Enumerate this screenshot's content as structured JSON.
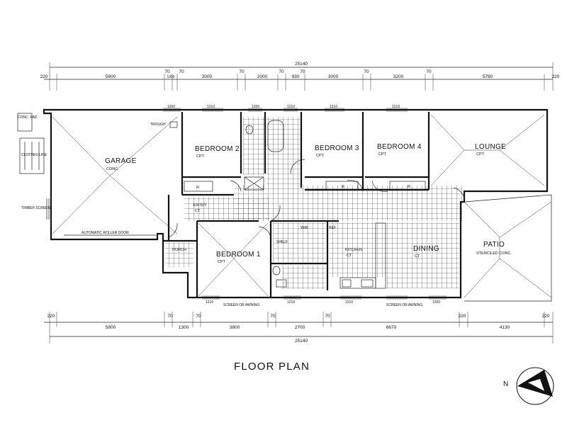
{
  "title": "FLOOR PLAN",
  "north_label": "N",
  "overall_dimension": "25140",
  "top_dimensions": [
    "220",
    "5800",
    "70",
    "1300",
    "70",
    "3000",
    "70",
    "2000",
    "70",
    "930",
    "70",
    "3000",
    "70",
    "3200",
    "70",
    "5780",
    "220"
  ],
  "bottom_dimensions": [
    "220",
    "5800",
    "70",
    "1300",
    "70",
    "3800",
    "70",
    "2700",
    "70",
    "6670",
    "220",
    "4130",
    "220"
  ],
  "rooms": {
    "garage": {
      "name": "GARAGE",
      "finish": "CONC."
    },
    "bedroom2": {
      "name": "BEDROOM 2",
      "finish": "CPT"
    },
    "bedroom3": {
      "name": "BEDROOM 3",
      "finish": "CPT"
    },
    "bedroom4": {
      "name": "BEDROOM 4",
      "finish": "CPT"
    },
    "lounge": {
      "name": "LOUNGE",
      "finish": "CPT"
    },
    "bedroom1": {
      "name": "BEDROOM 1",
      "finish": "CPT"
    },
    "wir": {
      "name": "WIR"
    },
    "kitchen": {
      "name": "KITCHEN",
      "finish": "CT"
    },
    "dining": {
      "name": "DINING",
      "finish": "CT"
    },
    "patio": {
      "name": "PATIO",
      "finish": "STENCILED CONC."
    },
    "porch": {
      "name": "PORCH"
    },
    "entry": {
      "name": "ENTRY",
      "finish": "CT"
    }
  },
  "notes": {
    "conc_pad": "CONC. PAD",
    "clothes_line": "CLOTHES LINE",
    "timber_screen": "TIMBER SCREEN",
    "trough": "TROUGH",
    "roller_door": "AUTOMATIC ROLLER DOOR",
    "screen_awning_1": "SCREEN OR AWNING",
    "screen_awning_2": "SCREEN OR AWNING",
    "shelf": "SHELF",
    "ref": "REF"
  },
  "window_sizes": [
    "1200",
    "1210",
    "1200",
    "1210",
    "1210",
    "1210",
    "1210",
    "1210",
    "1210",
    "1200"
  ],
  "robe_label": "R."
}
